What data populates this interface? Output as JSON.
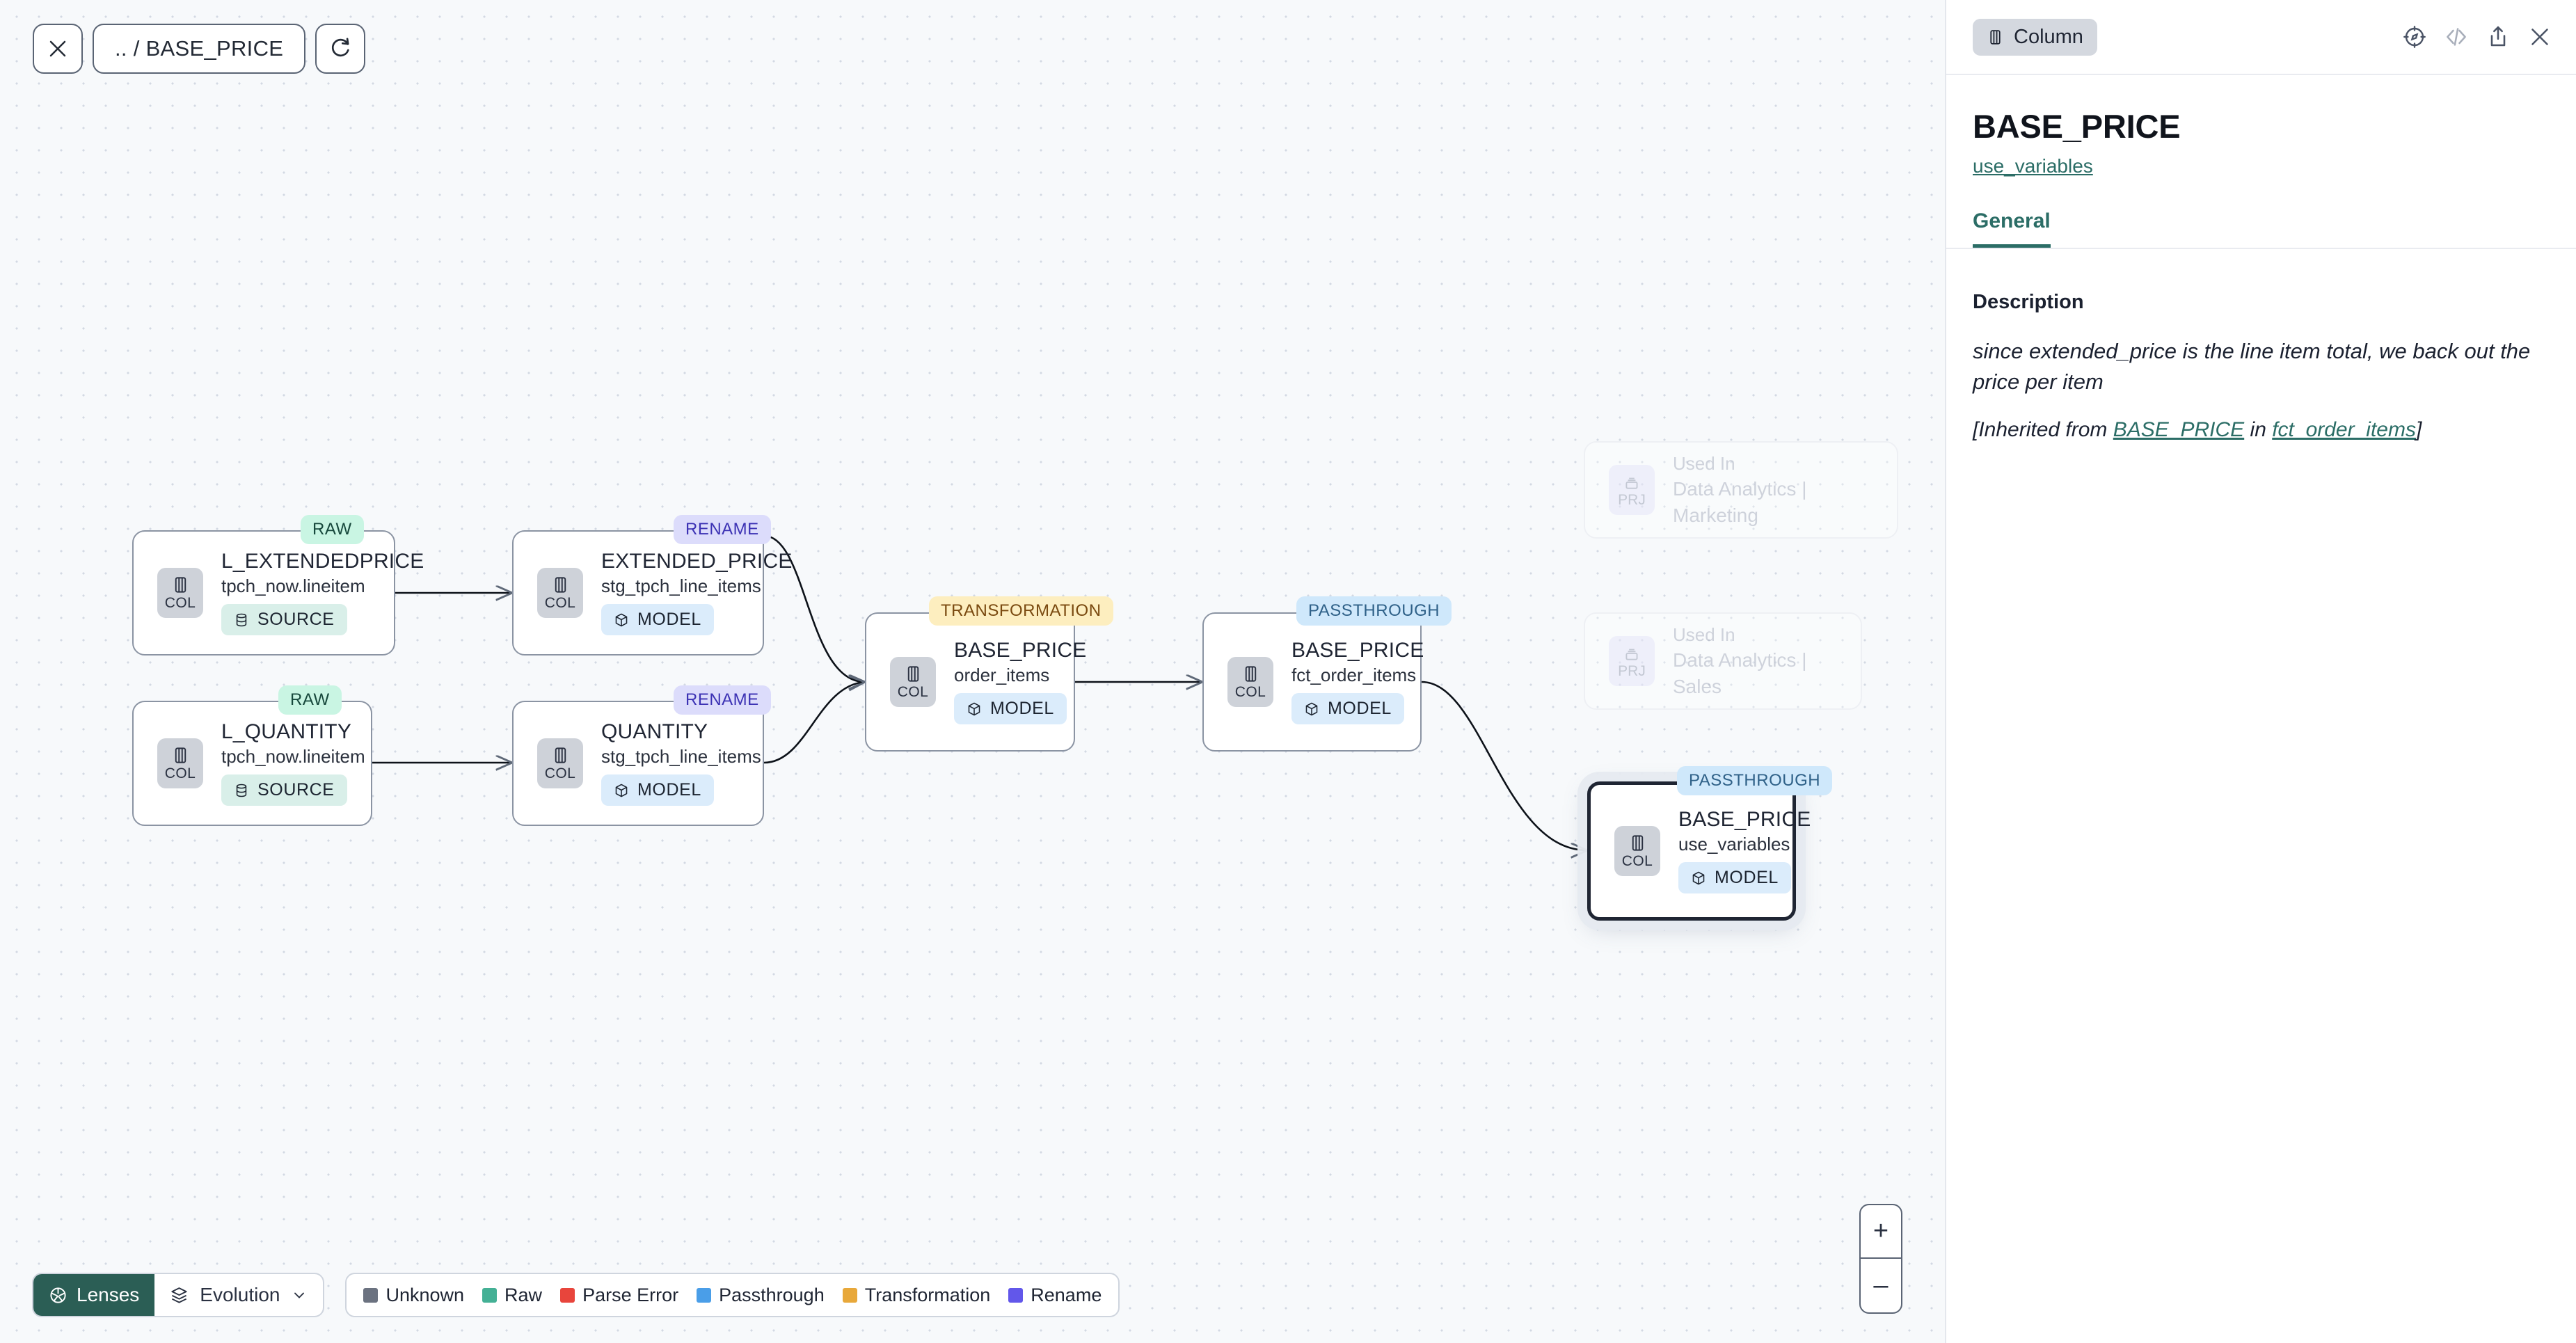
{
  "toolbar": {
    "close_icon": "close-icon",
    "breadcrumb": ".. / BASE_PRICE",
    "refresh_icon": "refresh-icon"
  },
  "graph": {
    "nodes": [
      {
        "id": "l_extendedprice",
        "title": "L_EXTENDEDPRICE",
        "subtitle": "tpch_now.lineitem",
        "icon_label": "COL",
        "badge": "SOURCE",
        "badge_kind": "source",
        "tag": "RAW",
        "tag_kind": "raw"
      },
      {
        "id": "l_quantity",
        "title": "L_QUANTITY",
        "subtitle": "tpch_now.lineitem",
        "icon_label": "COL",
        "badge": "SOURCE",
        "badge_kind": "source",
        "tag": "RAW",
        "tag_kind": "raw"
      },
      {
        "id": "extended_price",
        "title": "EXTENDED_PRICE",
        "subtitle": "stg_tpch_line_items",
        "icon_label": "COL",
        "badge": "MODEL",
        "badge_kind": "model",
        "tag": "RENAME",
        "tag_kind": "rename"
      },
      {
        "id": "quantity",
        "title": "QUANTITY",
        "subtitle": "stg_tpch_line_items",
        "icon_label": "COL",
        "badge": "MODEL",
        "badge_kind": "model",
        "tag": "RENAME",
        "tag_kind": "rename"
      },
      {
        "id": "base_price_order_items",
        "title": "BASE_PRICE",
        "subtitle": "order_items",
        "icon_label": "COL",
        "badge": "MODEL",
        "badge_kind": "model",
        "tag": "TRANSFORMATION",
        "tag_kind": "trans"
      },
      {
        "id": "base_price_fct",
        "title": "BASE_PRICE",
        "subtitle": "fct_order_items",
        "icon_label": "COL",
        "badge": "MODEL",
        "badge_kind": "model",
        "tag": "PASSTHROUGH",
        "tag_kind": "pass"
      },
      {
        "id": "base_price_use_variables",
        "title": "BASE_PRICE",
        "subtitle": "use_variables",
        "icon_label": "COL",
        "badge": "MODEL",
        "badge_kind": "model",
        "tag": "PASSTHROUGH",
        "tag_kind": "pass",
        "selected": true
      }
    ],
    "used_in": [
      {
        "id": "marketing",
        "icon_label": "PRJ",
        "line1": "Used In",
        "line2": "Data Analytics | Marketing"
      },
      {
        "id": "sales",
        "icon_label": "PRJ",
        "line1": "Used In",
        "line2": "Data Analytics | Sales"
      }
    ],
    "zoom_controls": {
      "zoom_in": "+",
      "zoom_out": "–"
    }
  },
  "bottom": {
    "lenses_label": "Lenses",
    "evolution_label": "Evolution",
    "legend": [
      {
        "label": "Unknown",
        "color": "#6b7280"
      },
      {
        "label": "Raw",
        "color": "#44b095"
      },
      {
        "label": "Parse Error",
        "color": "#e8453c"
      },
      {
        "label": "Passthrough",
        "color": "#4a9ee8"
      },
      {
        "label": "Transformation",
        "color": "#e8a83a"
      },
      {
        "label": "Rename",
        "color": "#6257ea"
      }
    ]
  },
  "panel": {
    "kind_label": "Column",
    "title": "BASE_PRICE",
    "model_link": "use_variables",
    "tabs": [
      {
        "label": "General",
        "active": true
      }
    ],
    "description_heading": "Description",
    "description_text": "since extended_price is the line item total, we back out the price per item",
    "inherited": {
      "prefix": "[Inherited from ",
      "column_link": "BASE_PRICE",
      "middle": " in ",
      "model_link": "fct_order_items",
      "suffix": "]"
    },
    "actions": [
      "compass-icon",
      "code-icon",
      "share-icon",
      "close-icon"
    ]
  }
}
